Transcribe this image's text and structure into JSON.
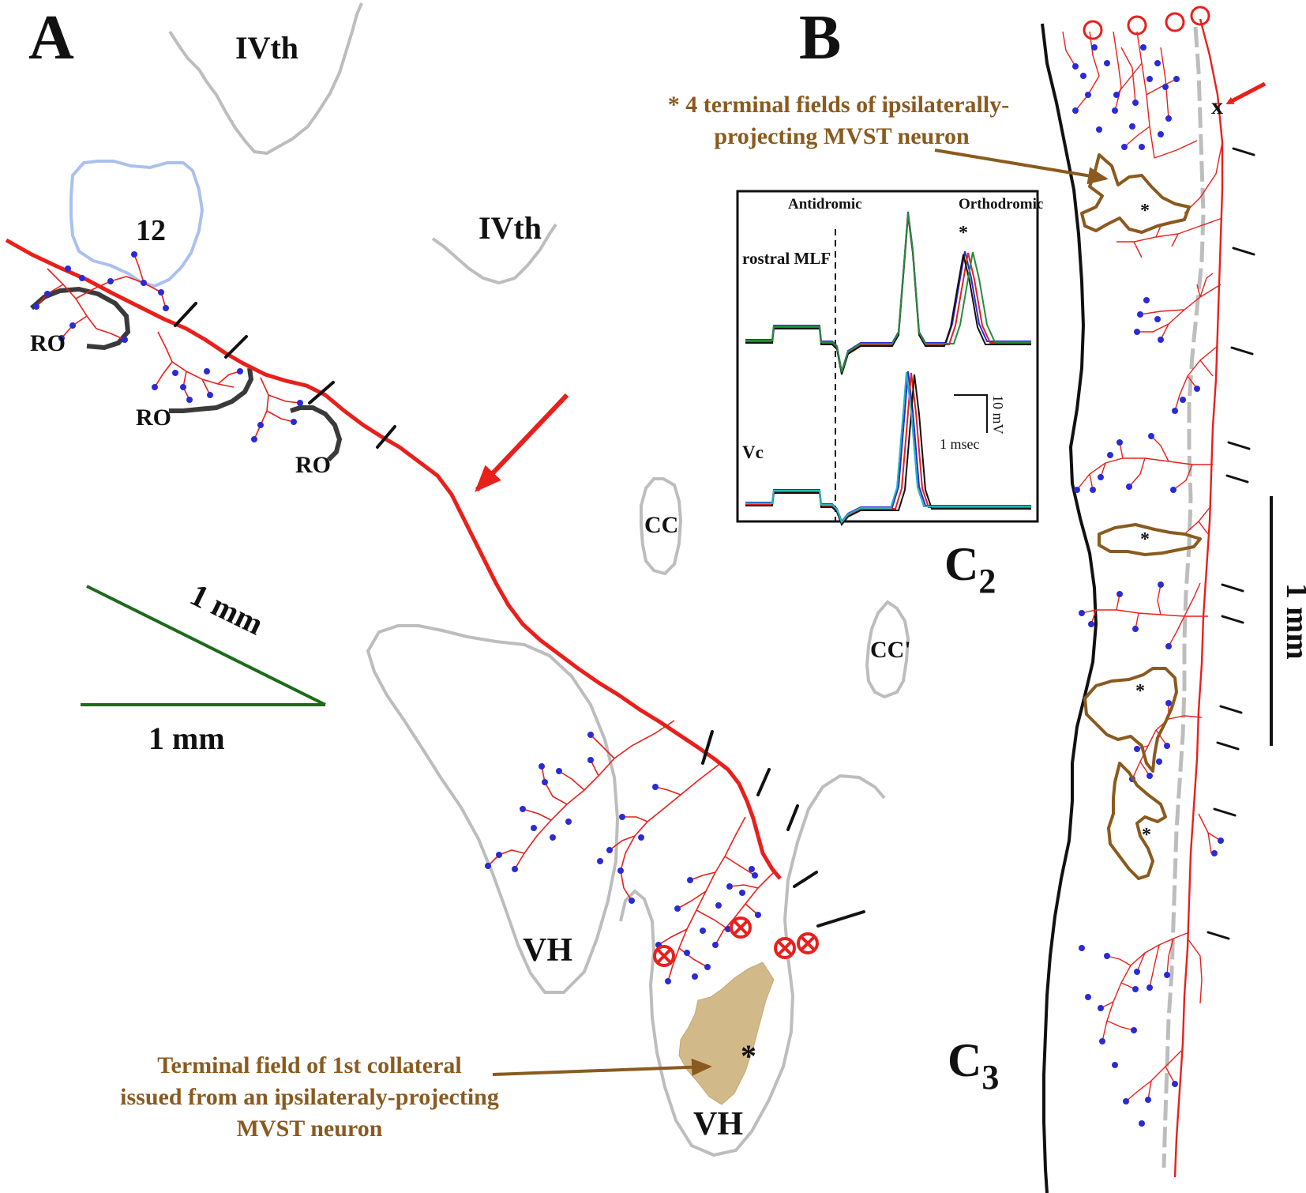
{
  "panels": {
    "a": {
      "label": "A"
    },
    "b": {
      "label": "B"
    }
  },
  "labels": {
    "ivth_top": "IVth",
    "ivth_mid": "IVth",
    "twelve": "12",
    "ro1": "RO",
    "ro2": "RO",
    "ro3": "RO",
    "cc1": "CC",
    "cc2": "CC'",
    "vh_left": "VH",
    "vh_bottom": "VH",
    "c2_base": "C",
    "c2_sub": "2",
    "c3_base": "C",
    "c3_sub": "3",
    "x_mark": "x",
    "asterisk": "*"
  },
  "scale_bars": {
    "diagonal": "1 mm",
    "horizontal": "1 mm",
    "vertical": "1 mm"
  },
  "annotations": {
    "terminal_fields_line1": "* 4 terminal fields of ipsilaterally-",
    "terminal_fields_line2": "projecting MVST neuron",
    "first_collateral_line1": "Terminal field of 1st collateral",
    "first_collateral_line2": "issued from an ipsilateraly-projecting",
    "first_collateral_line3": "MVST neuron"
  },
  "inset": {
    "antidromic": "Antidromic",
    "orthodromic": "Orthodromic",
    "rostral_mlf": "rostral MLF",
    "vc": "Vc",
    "scale_mv": "10 mV",
    "scale_ms": "1 msec",
    "star": "*"
  },
  "colors": {
    "axon": "#e8201c",
    "bouton": "#2a2ad6",
    "outline": "#bdbdbd",
    "xii_outline": "#aac0ee",
    "ro_outline": "#3a3a3a",
    "scale_green": "#1d6a1d",
    "terminal_field": "#8a5a1e",
    "terminal_fill": "#d2b98a"
  }
}
